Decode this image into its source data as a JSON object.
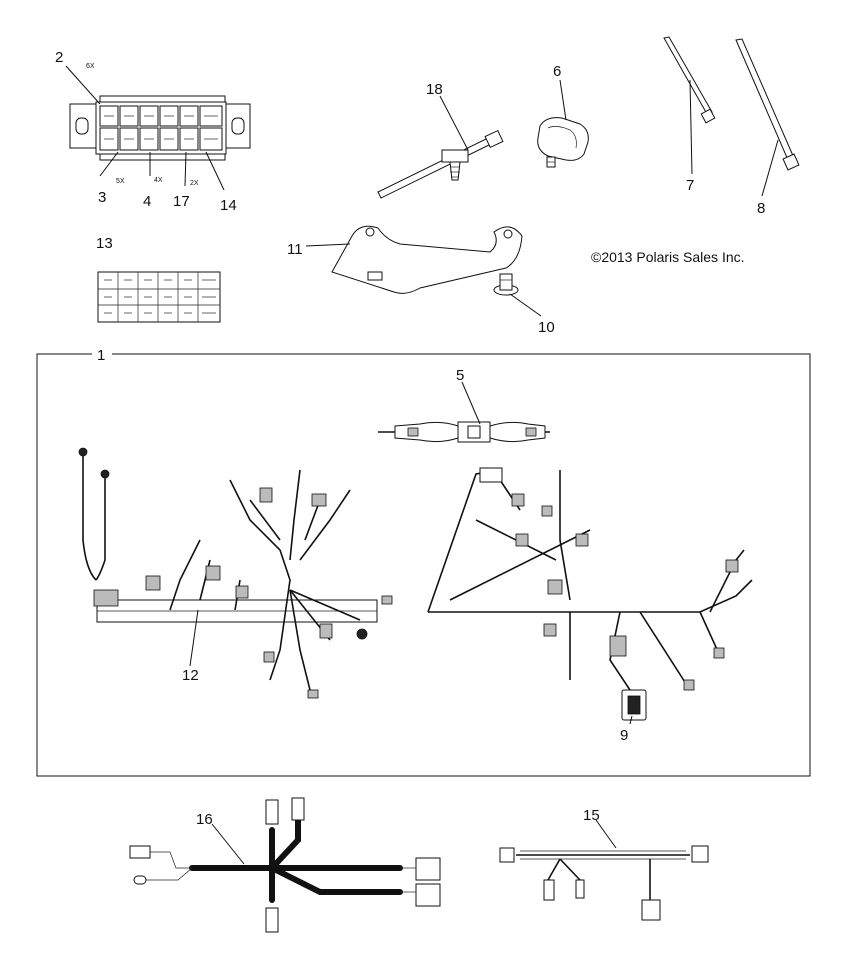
{
  "copyright": "©2013 Polaris Sales Inc.",
  "callouts": {
    "p1": "1",
    "p2": "2",
    "p3": "3",
    "p4": "4",
    "p5": "5",
    "p6": "6",
    "p7": "7",
    "p8": "8",
    "p9": "9",
    "p10": "10",
    "p11": "11",
    "p12": "12",
    "p13": "13",
    "p14": "14",
    "p15": "15",
    "p16": "16",
    "p17": "17",
    "p18": "18"
  },
  "quantity_marks": {
    "q6x": "6X",
    "q5x": "5X",
    "q4x": "4X",
    "q2x": "2X"
  }
}
